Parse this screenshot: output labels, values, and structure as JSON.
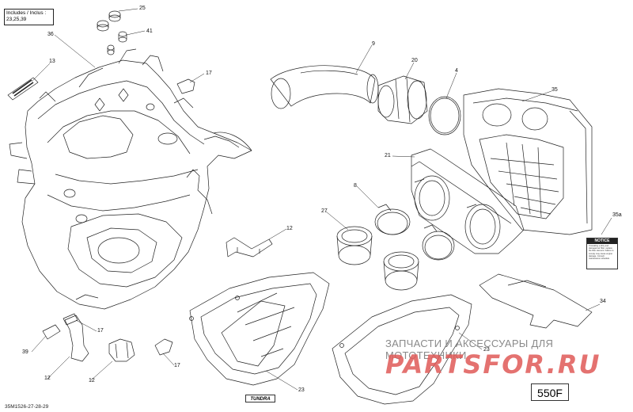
{
  "includes_box": {
    "line1": "Includes / Inclus :",
    "line2": "23,25,39"
  },
  "callouts": {
    "c25": "25",
    "c41": "41",
    "c36": "36",
    "c13": "13",
    "c17a": "17",
    "c9": "9",
    "c20": "20",
    "c4": "4",
    "c35": "35",
    "c21": "21",
    "c8": "8",
    "c27": "27",
    "c12a": "12",
    "c35a": "35a",
    "c34": "34",
    "c17b": "17",
    "c39": "39",
    "c12b": "12",
    "c12c": "12",
    "c17c": "17",
    "c23a": "23",
    "c23b": "23"
  },
  "notice": {
    "title": "NOTICE",
    "body": "If installing a dirty and damaged air filter, replace the filter element. Failure to comply may cause engine damage. Consult maintenance schedule."
  },
  "model_label": "550F",
  "variant_label": "TUNDRA",
  "reference_code": "35M1526-27-28-29",
  "watermark": {
    "text": "ЗАПЧАСТИ И АКСЕССУАРЫ ДЛЯ МОТОТЕХНИКИ",
    "logo": "PARTSFOR.RU",
    "color": "#e05a58"
  }
}
